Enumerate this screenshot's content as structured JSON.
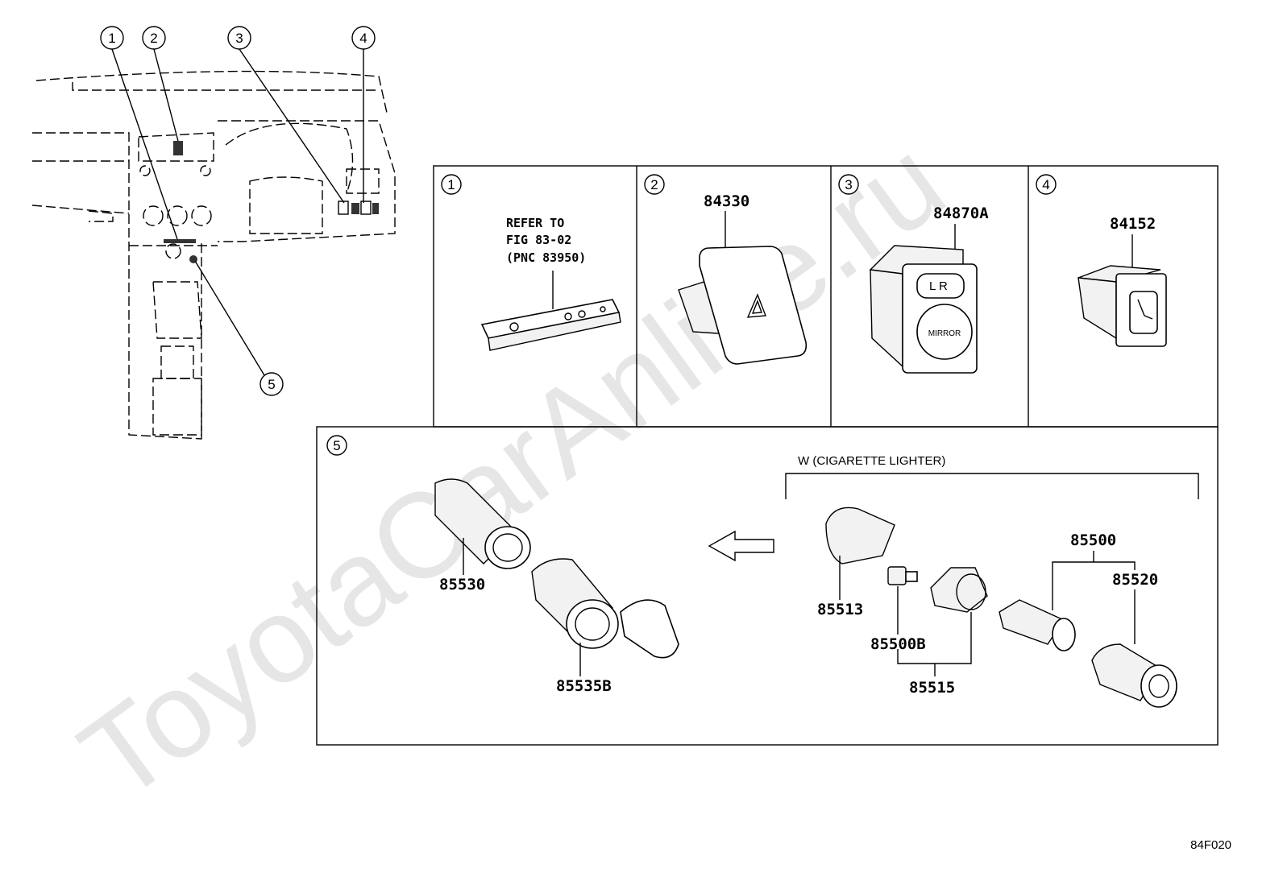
{
  "watermark": "ToyotaCarAnline.ru",
  "diagram_code": "84F020",
  "overview": {
    "callouts": [
      "1",
      "2",
      "3",
      "4",
      "5"
    ]
  },
  "panels": [
    {
      "id": "1",
      "lines": [
        "REFER TO",
        "FIG 83-02",
        "(PNC 83950)"
      ]
    },
    {
      "id": "2",
      "part": "84330"
    },
    {
      "id": "3",
      "part": "84870A"
    },
    {
      "id": "4",
      "part": "84152"
    }
  ],
  "panel5": {
    "id": "5",
    "group_label": "W (CIGARETTE LIGHTER)",
    "parts": {
      "p85530": "85530",
      "p85535B": "85535B",
      "p85513": "85513",
      "p85500B": "85500B",
      "p85515": "85515",
      "p85500": "85500",
      "p85520": "85520"
    }
  },
  "switch_text": {
    "mirror": "MIRROR",
    "lr": "L  R"
  }
}
